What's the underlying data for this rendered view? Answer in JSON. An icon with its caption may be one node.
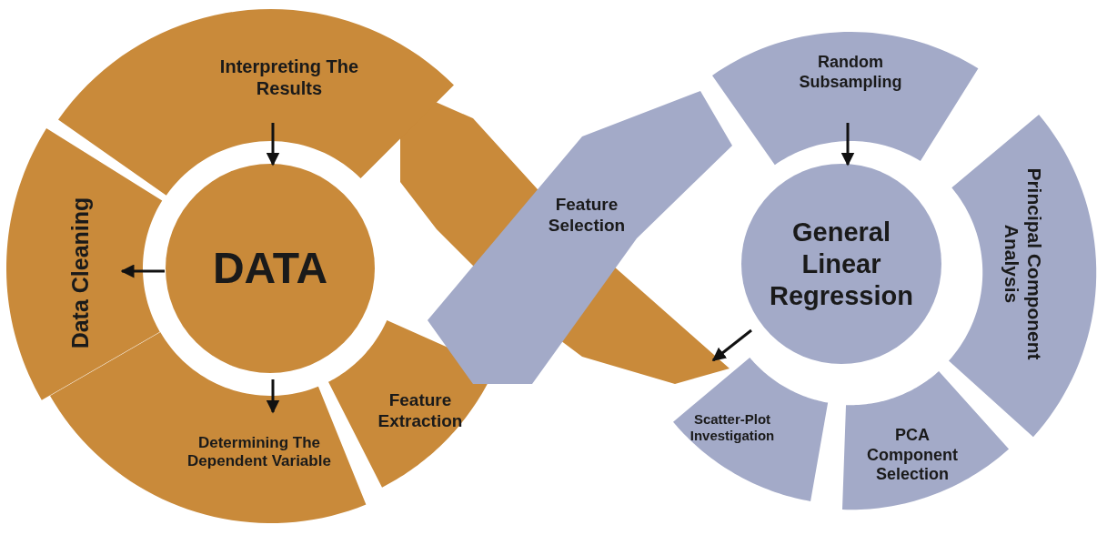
{
  "diagram": {
    "nodes": [
      {
        "text": [
          "DATA"
        ]
      },
      {
        "text": [
          "Interpreting The Results"
        ]
      },
      {
        "text": [
          "Data Cleaning"
        ]
      },
      {
        "text": [
          "Determining The Dependent Variable"
        ]
      },
      {
        "text": [
          "Feature Extraction"
        ]
      },
      {
        "text": [
          "Feature Selection"
        ]
      },
      {
        "text": [
          "General Linear Regression"
        ]
      },
      {
        "text": [
          "Random Subsampling"
        ]
      },
      {
        "text": [
          "Principal Component Analysis"
        ]
      },
      {
        "text": [
          "PCA Component Selection"
        ]
      },
      {
        "text": [
          "Scatter-Plot Investigation"
        ]
      },
      {
        "text": [],
        "shape": "band"
      }
    ],
    "edges": [
      {
        "from": 1,
        "to": 0,
        "arrow": "to"
      },
      {
        "from": 0,
        "to": 2,
        "arrow": "to"
      },
      {
        "from": 0,
        "to": 3,
        "arrow": "to"
      },
      {
        "from": 7,
        "to": 6,
        "arrow": "to"
      },
      {
        "from": 6,
        "to": 10,
        "arrow": "to"
      }
    ]
  }
}
